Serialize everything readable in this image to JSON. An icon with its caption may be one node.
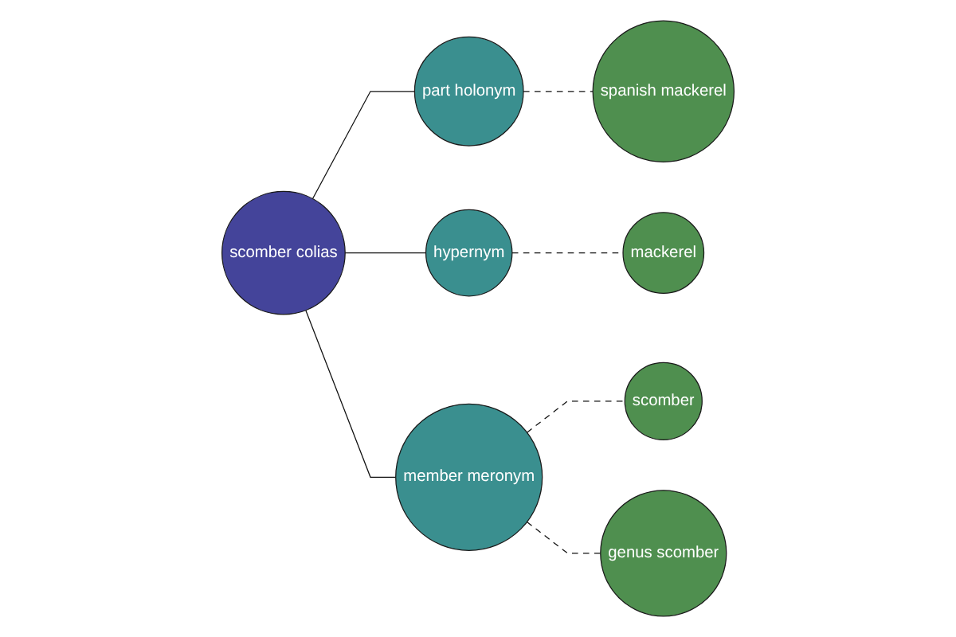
{
  "diagram": {
    "nodes": [
      {
        "text": [
          "part holonym"
        ]
      },
      {
        "text": [
          "scomber colias"
        ]
      },
      {
        "text": [
          "spanish mackerel"
        ]
      },
      {
        "text": [
          "hypernym"
        ]
      },
      {
        "text": [
          "mackerel"
        ]
      },
      {
        "text": [
          "member meronym"
        ]
      },
      {
        "text": [
          "scomber"
        ]
      },
      {
        "text": [
          "genus scomber"
        ]
      }
    ],
    "edges": [
      {
        "from": 1,
        "to": 0,
        "arrow": "none"
      },
      {
        "from": 1,
        "to": 3,
        "arrow": "none"
      },
      {
        "from": 1,
        "to": 5,
        "arrow": "none"
      },
      {
        "from": 0,
        "to": 2,
        "arrow": "none",
        "style": "dashed"
      },
      {
        "from": 3,
        "to": 4,
        "arrow": "none",
        "style": "dashed"
      },
      {
        "from": 5,
        "to": 6,
        "arrow": "none",
        "style": "dashed"
      },
      {
        "from": 5,
        "to": 7,
        "arrow": "none",
        "style": "dashed"
      }
    ]
  }
}
